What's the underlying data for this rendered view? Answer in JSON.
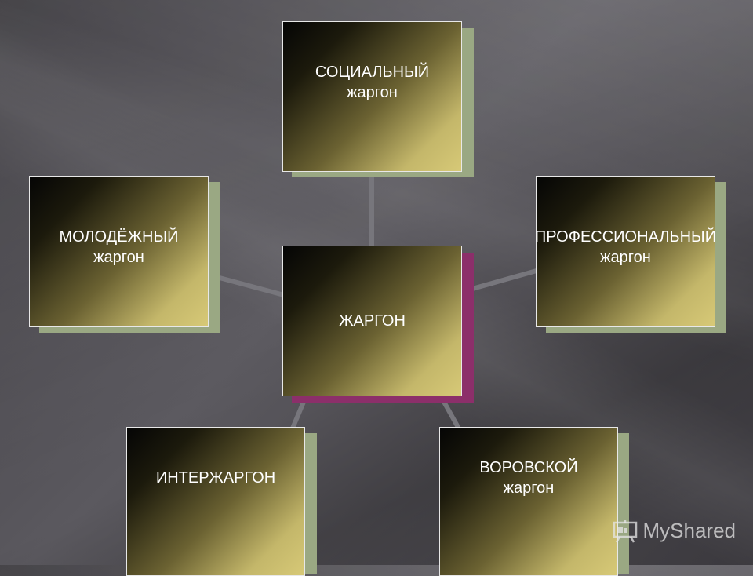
{
  "center": {
    "label": "ЖАРГОН"
  },
  "nodes": {
    "social": {
      "line1": "СОЦИАЛЬНЫЙ",
      "line2": "жаргон"
    },
    "youth": {
      "line1": "МОЛОДЁЖНЫЙ",
      "line2": "жаргон"
    },
    "professional": {
      "line1": "ПРОФЕССИОНАЛЬНЫЙ",
      "line2": "жаргон"
    },
    "inter": {
      "line1": "ИНТЕРЖАРГОН"
    },
    "thieves": {
      "line1": "ВОРОВСКОЙ",
      "line2": "жаргон"
    }
  },
  "watermark": {
    "text": "MyShared"
  },
  "colors": {
    "shadow_green": "#9aa883",
    "shadow_magenta": "#8c2f6a",
    "connector": "#7a7a80"
  }
}
